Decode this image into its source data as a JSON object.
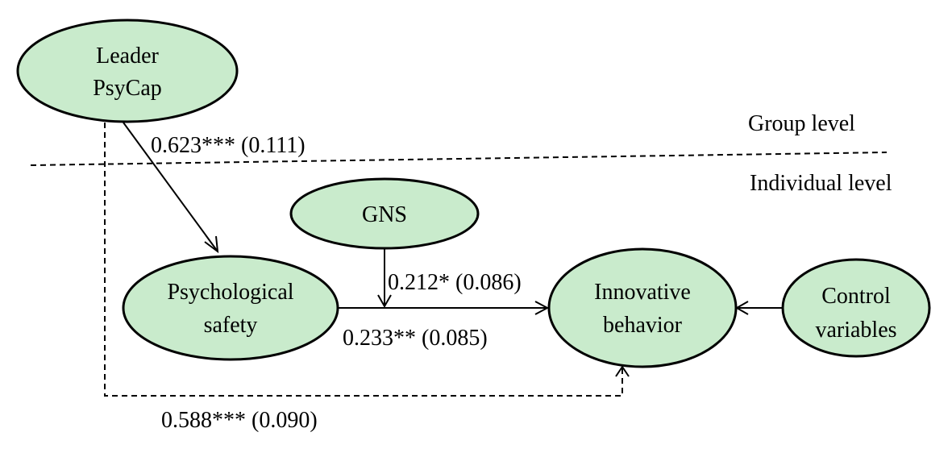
{
  "nodes": {
    "leader_psycap": {
      "line1": "Leader",
      "line2": "PsyCap"
    },
    "gns": {
      "label": "GNS"
    },
    "psychological_safety": {
      "line1": "Psychological",
      "line2": "safety"
    },
    "innovative_behavior": {
      "line1": "Innovative",
      "line2": "behavior"
    },
    "control_variables": {
      "line1": "Control",
      "line2": "variables"
    }
  },
  "levels": {
    "group": "Group level",
    "individual": "Individual level"
  },
  "paths": {
    "leader_to_safety": "0.623*** (0.111)",
    "gns_moderation": "0.212* (0.086)",
    "safety_to_innovative": "0.233** (0.085)",
    "leader_to_innovative_direct": "0.588*** (0.090)"
  },
  "colors": {
    "node_fill": "#c9ebcc",
    "stroke": "#000000"
  }
}
